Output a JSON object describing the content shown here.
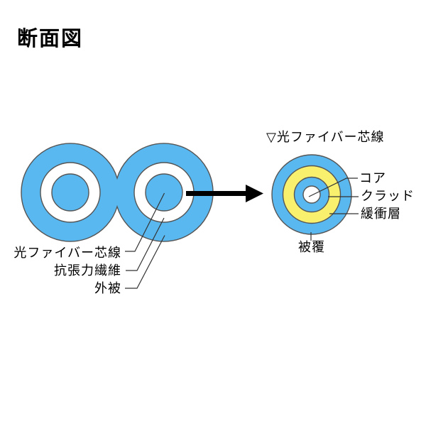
{
  "title": "断面図",
  "colors": {
    "jacket_blue": "#5ab8f0",
    "buffer_yellow": "#f9f06e",
    "white": "#ffffff",
    "outline_gray": "#555555",
    "leader_dark": "#333333",
    "arrow_black": "#000000",
    "text_black": "#000000",
    "background": "#ffffff"
  },
  "cable_section": {
    "labels": {
      "fiber_core": "光ファイバー芯線",
      "tension_fiber": "抗張力繊維",
      "outer_jacket": "外被"
    }
  },
  "fiber_detail": {
    "header": "▽光ファイバー芯線",
    "labels": {
      "core": "コア",
      "clad": "クラッド",
      "buffer": "緩衝層",
      "coating": "被覆"
    }
  }
}
